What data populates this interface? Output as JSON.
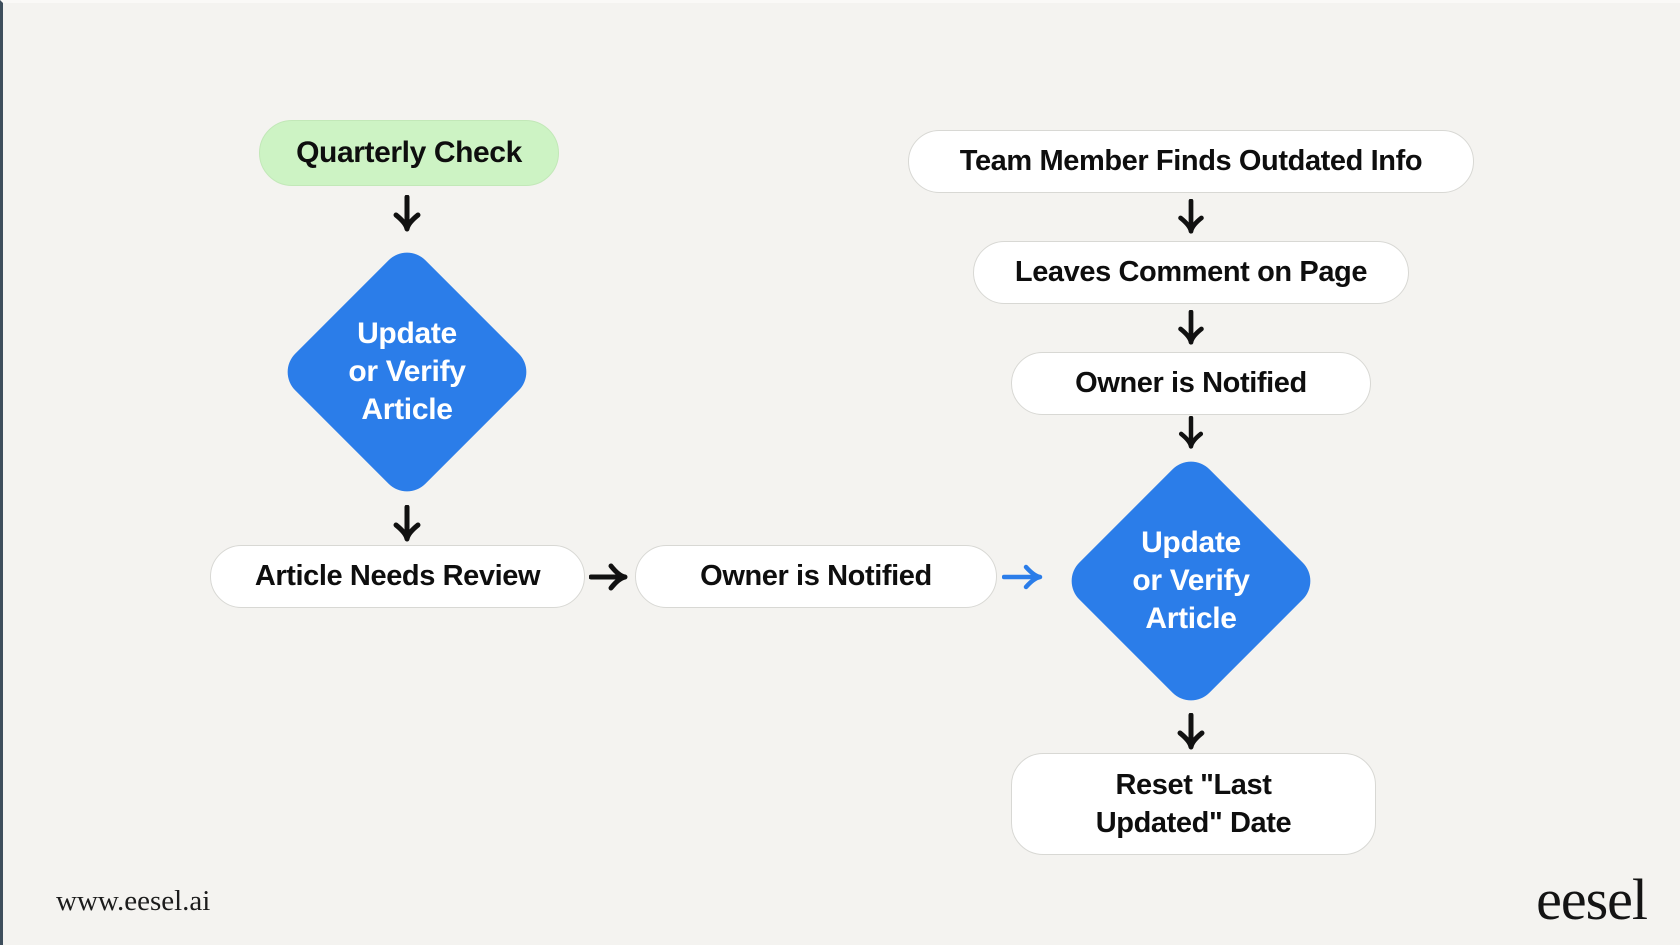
{
  "colors": {
    "background": "#f4f3f0",
    "accent_blue": "#2b7de9",
    "start_green": "#cdf3c4",
    "node_border": "#d8d8d4",
    "arrow_black": "#111111",
    "edge_line": "#3e4e5c"
  },
  "flowchart": {
    "quarterly": {
      "start": "Quarterly Check",
      "decision": {
        "line1": "Update",
        "line2": "or Verify",
        "line3": "Article"
      },
      "review": "Article Needs Review",
      "notified": "Owner is Notified"
    },
    "manual": {
      "step1": "Team Member Finds Outdated Info",
      "step2": "Leaves Comment on Page",
      "step3": "Owner is Notified",
      "decision": {
        "line1": "Update",
        "line2": "or Verify",
        "line3": "Article"
      },
      "result": {
        "line1": "Reset \"Last",
        "line2": "Updated\" Date"
      }
    }
  },
  "footer": {
    "website": "www.eesel.ai",
    "brand": "eesel"
  }
}
